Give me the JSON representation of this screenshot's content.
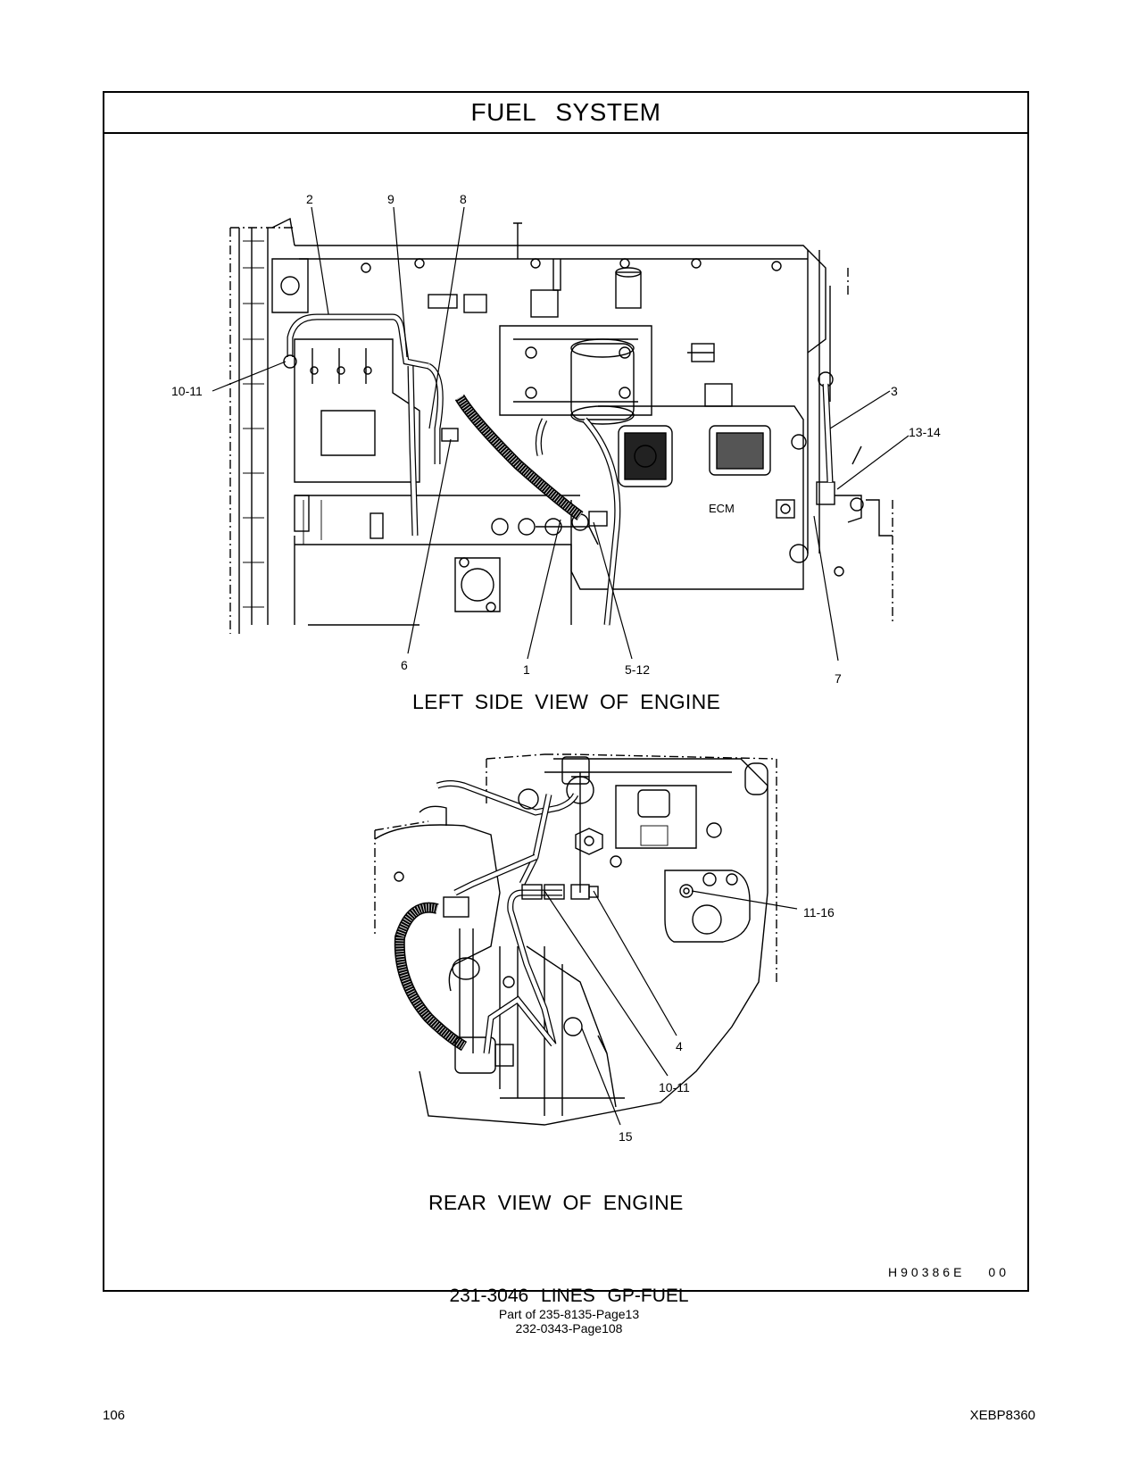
{
  "header": {
    "title": "FUEL   SYSTEM"
  },
  "left_view": {
    "caption": "LEFT SIDE VIEW OF ENGINE",
    "ecm_label": "ECM",
    "callouts": [
      "2",
      "9",
      "8",
      "10-11",
      "3",
      "13-14",
      "6",
      "1",
      "5-12",
      "7"
    ]
  },
  "rear_view": {
    "caption": "REAR VIEW OF ENGINE",
    "callouts": [
      "11-16",
      "4",
      "10-11",
      "15"
    ]
  },
  "drawing_code": {
    "code": "H90386E",
    "revision": "00"
  },
  "footer": {
    "title": "231-3046  LINES GP-FUEL",
    "line1": "Part of 235-8135-Page13",
    "line2": "232-0343-Page108"
  },
  "page_number": "106",
  "document_id": "XEBP8360"
}
